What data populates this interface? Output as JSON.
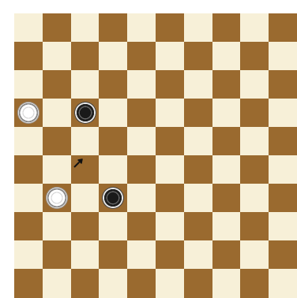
{
  "board": {
    "rows": 10,
    "cols": 10,
    "light_color": "#f7f0d8",
    "dark_color": "#9a6a2f",
    "pieces": [
      {
        "row": 3,
        "col": 0,
        "color": "white"
      },
      {
        "row": 3,
        "col": 2,
        "color": "black"
      },
      {
        "row": 6,
        "col": 1,
        "color": "white"
      },
      {
        "row": 6,
        "col": 3,
        "color": "black"
      }
    ]
  },
  "cursor": {
    "icon": "arrow-cursor-icon",
    "row": 5,
    "col": 2
  }
}
